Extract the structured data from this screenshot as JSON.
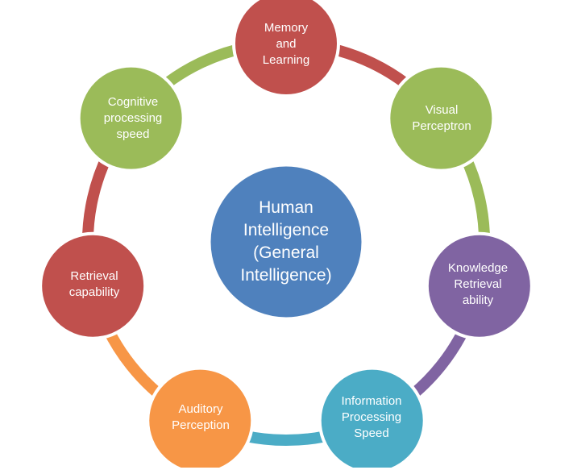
{
  "center": {
    "label": "Human\nIntelligence\n(General\nIntelligence)",
    "color": "#4F81BD"
  },
  "nodes": [
    {
      "label": "Memory\nand\nLearning",
      "color": "#C0504D"
    },
    {
      "label": "Visual\nPerceptron",
      "color": "#9BBB59"
    },
    {
      "label": "Knowledge\nRetrieval\nability",
      "color": "#8064A2"
    },
    {
      "label": "Information\nProcessing\nSpeed",
      "color": "#4BACC6"
    },
    {
      "label": "Auditory\nPerception",
      "color": "#F79646"
    },
    {
      "label": "Retrieval\ncapability",
      "color": "#C0504D"
    },
    {
      "label": "Cognitive\nprocessing\nspeed",
      "color": "#9BBB59"
    }
  ]
}
